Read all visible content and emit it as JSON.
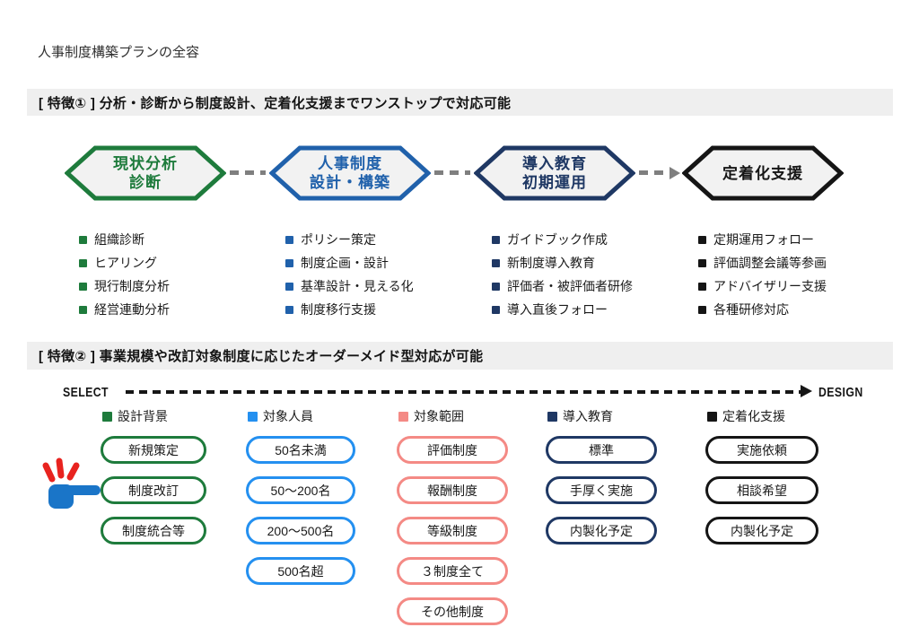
{
  "page": {
    "title": "人事制度構築プランの全容"
  },
  "colors": {
    "header_bg": "#efefef",
    "hex_fill": "#f2f2f2",
    "connector_gray": "#7f7f7f",
    "axis_black": "#161616"
  },
  "section1": {
    "header": "[ 特徴① ] 分析・診断から制度設計、定着化支援までワンストップで対応可能",
    "steps": [
      {
        "line1": "現状分析",
        "line2": "診断",
        "color": "#1e7b3c",
        "items": [
          "組織診断",
          "ヒアリング",
          "現行制度分析",
          "経営連動分析"
        ]
      },
      {
        "line1": "人事制度",
        "line2": "設計・構築",
        "color": "#2061ab",
        "items": [
          "ポリシー策定",
          "制度企画・設計",
          "基準設計・見える化",
          "制度移行支援"
        ]
      },
      {
        "line1": "導入教育",
        "line2": "初期運用",
        "color": "#1f3864",
        "items": [
          "ガイドブック作成",
          "新制度導入教育",
          "評価者・被評価者研修",
          "導入直後フォロー"
        ]
      },
      {
        "line1": "定着化支援",
        "line2": "",
        "color": "#151515",
        "items": [
          "定期運用フォロー",
          "評価調整会議等参画",
          "アドバイザリー支援",
          "各種研修対応"
        ]
      }
    ]
  },
  "section2": {
    "header": "[ 特徴② ] 事業規模や改訂対象制度に応じたオーダーメイド型対応が可能",
    "axis": {
      "left": "SELECT",
      "right": "DESIGN"
    },
    "groups": [
      {
        "label": "設計背景",
        "color": "#1e7b3c",
        "options": [
          "新規策定",
          "制度改訂",
          "制度統合等"
        ]
      },
      {
        "label": "対象人員",
        "color": "#2490f0",
        "options": [
          "50名未満",
          "50～200名",
          "200～500名",
          "500名超"
        ]
      },
      {
        "label": "対象範囲",
        "color": "#f48a85",
        "options": [
          "評価制度",
          "報酬制度",
          "等級制度",
          "３制度全て",
          "その他制度"
        ]
      },
      {
        "label": "導入教育",
        "color": "#1f3864",
        "options": [
          "標準",
          "手厚く実施",
          "内製化予定"
        ]
      },
      {
        "label": "定着化支援",
        "color": "#151515",
        "options": [
          "実施依頼",
          "相談希望",
          "内製化予定"
        ]
      }
    ],
    "pointer": {
      "target": "制度改訂",
      "hand_color": "#1a75c8",
      "accent_color": "#e8231f"
    }
  }
}
